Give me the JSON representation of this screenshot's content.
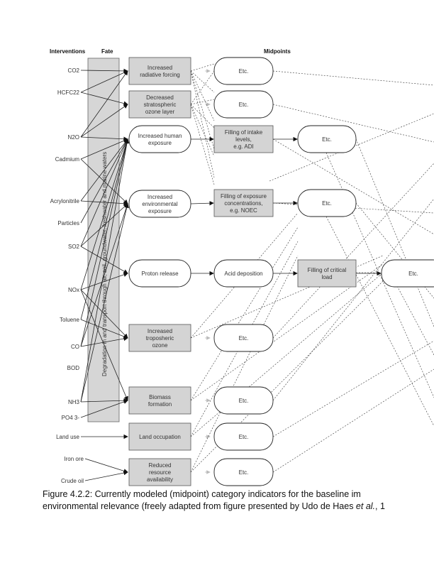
{
  "headers": {
    "interventions": "Interventions",
    "fate": "Fate",
    "midpoints": "Midpoints"
  },
  "fate_label": "Degradation in and transport through air, soil, groundwater, freshwater and marine waters",
  "interventions": [
    "CO2",
    "HCFC22",
    "N2O",
    "Cadmium",
    "Acrylonitrile",
    "Particles",
    "SO2",
    "NOx",
    "Toluene",
    "CO",
    "BOD",
    "NH3",
    "PO4 3-",
    "Land use",
    "Iron ore",
    "Crude oil"
  ],
  "column1": [
    {
      "lines": [
        "Increased",
        "radiative forcing"
      ],
      "shape": "rect"
    },
    {
      "lines": [
        "Decreased",
        "stratospheric",
        "ozone layer"
      ],
      "shape": "rect"
    },
    {
      "lines": [
        "Increased human",
        "exposure"
      ],
      "shape": "rounded"
    },
    {
      "lines": [
        "Increased",
        "environmental",
        "exposure"
      ],
      "shape": "rounded"
    },
    {
      "lines": [
        "Proton release"
      ],
      "shape": "rounded"
    },
    {
      "lines": [
        "Increased",
        "troposheric",
        "ozone"
      ],
      "shape": "rect"
    },
    {
      "lines": [
        "Biomass",
        "formation"
      ],
      "shape": "rect"
    },
    {
      "lines": [
        "Land occupation"
      ],
      "shape": "rect"
    },
    {
      "lines": [
        "Reduced",
        "resource",
        "availability"
      ],
      "shape": "rect"
    }
  ],
  "column2": [
    {
      "lines": [
        "Etc."
      ],
      "shape": "rounded"
    },
    {
      "lines": [
        "Etc."
      ],
      "shape": "rounded"
    },
    {
      "lines": [
        "Filling of intake",
        "levels,",
        "e.g. ADI"
      ],
      "shape": "rect"
    },
    {
      "lines": [
        "Filling of exposure",
        "concentrations,",
        "e.g. NOEC"
      ],
      "shape": "rect"
    },
    {
      "lines": [
        "Acid deposition"
      ],
      "shape": "rounded"
    },
    {
      "lines": [
        "Etc."
      ],
      "shape": "rounded"
    },
    {
      "lines": [
        "Etc."
      ],
      "shape": "rounded"
    },
    {
      "lines": [
        "Etc."
      ],
      "shape": "rounded"
    },
    {
      "lines": [
        "Etc."
      ],
      "shape": "rounded"
    }
  ],
  "column3": [
    {
      "lines": [
        "Etc."
      ],
      "shape": "rounded"
    },
    {
      "lines": [
        "Etc."
      ],
      "shape": "rounded"
    },
    {
      "lines": [
        "Filling of critical",
        "load"
      ],
      "shape": "rect"
    }
  ],
  "column4": [
    {
      "lines": [
        "Etc."
      ],
      "shape": "rounded"
    }
  ],
  "caption": {
    "line1": "Figure 4.2.2: Currently modeled (midpoint) category indicators for the baseline im",
    "line2_a": "environmental relevance (freely adapted from figure presented by Udo de Haes ",
    "line2_em": "et al.",
    "line2_b": ", 1"
  },
  "colors": {
    "box_fill": "#d4d4d4",
    "line": "#222222"
  }
}
